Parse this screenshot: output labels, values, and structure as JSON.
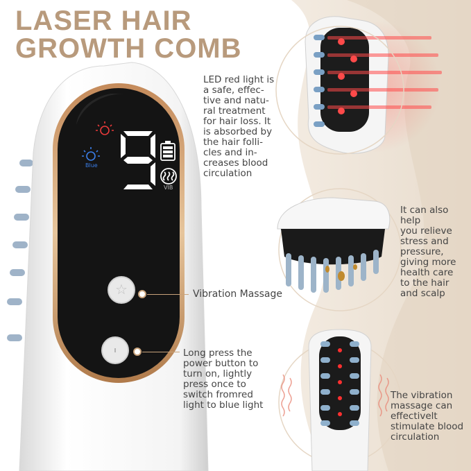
{
  "title": {
    "line1": "LASER HAIR",
    "line2": "GROWTH COMB"
  },
  "display": {
    "level_digit": "9",
    "blue_label": "Blue",
    "vib_label": "VIB"
  },
  "callouts": {
    "led_red_light": "LED red light is\na safe, effec-\ntive and natu-\nral treatment\nfor hair loss. It\nis absorbed by\nthe hair folli-\ncles and in-\ncreases blood\ncirculation",
    "vibration_massage": "Vibration Massage",
    "power_button": "Long press the\npower button to\nturn on, lightly\npress once to\nswitch fromred\nlight to blue light",
    "relieve_stress": "It can also\nhelp\nyou relieve\nstress and\npressure,\ngiving more\nhealth care\nto the hair\nand scalp",
    "vibration_stimulate": "The vibration\nmassage can\neffectivelt\nstimulate blood\ncirculation"
  },
  "colors": {
    "title": "#b89a7c",
    "accent_gold": "#c9a37c",
    "red_light": "#e83a3a",
    "blue_light": "#3a7ee8",
    "screen": "#141414"
  },
  "icons": [
    "red-light-icon",
    "blue-light-icon",
    "battery-icon",
    "vibration-icon",
    "star-button-icon",
    "power-button-icon"
  ]
}
